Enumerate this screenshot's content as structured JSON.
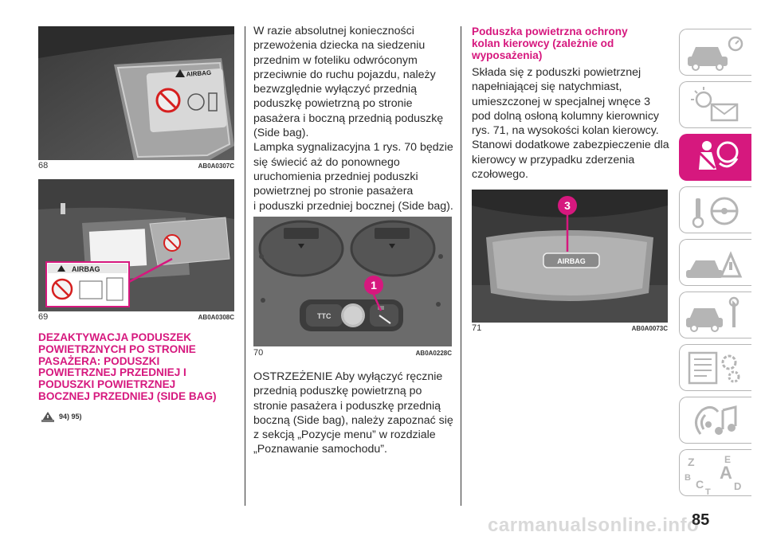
{
  "figures": [
    {
      "number": "68",
      "code": "AB0A0307C",
      "label_text": "AIRBAG"
    },
    {
      "number": "69",
      "code": "AB0A0308C",
      "label_text": "AIRBAG",
      "inset_label": "AIRBAG"
    },
    {
      "number": "70",
      "code": "AB0A0228C",
      "button_text": "TTC",
      "callout": "1"
    },
    {
      "number": "71",
      "code": "AB0A0073C",
      "panel_text": "AIRBAG",
      "callout": "3"
    }
  ],
  "section1": {
    "heading": "DEZAKTYWACJA PODUSZEK\nPOWIETRZNYCH PO STRONIE\nPASAŻERA: PODUSZKI\nPOWIETRZNEJ PRZEDNIEJ I\nPODUSZKI POWIETRZNEJ\nBOCZNEJ PRZEDNIEJ (SIDE BAG)",
    "refs": "94) 95)"
  },
  "column2": {
    "paragraph1": "W razie absolutnej konieczności\nprzewożenia dziecka na siedzeniu\nprzednim w foteliku odwróconym\nprzeciwnie do ruchu pojazdu, należy\nbezwzględnie wyłączyć przednią\npoduszkę powietrzną po stronie\npasażera i boczną przednią poduszkę\n(Side bag).\nLampka sygnalizacyjna 1 rys. 70 będzie\nsię świecić aż do ponownego\nuruchomienia przedniej poduszki\npowietrznej po stronie pasażera\ni poduszki przedniej bocznej (Side bag).",
    "paragraph2": "OSTRZEŻENIE Aby wyłączyć ręcznie\nprzednią poduszkę powietrzną po\nstronie pasażera i poduszkę przednią\nboczną (Side bag), należy zapoznać się\nz sekcją „Pozycje menu” w rozdziale\n„Poznawanie samochodu”."
  },
  "section2": {
    "heading": "Poduszka powietrzna ochrony\nkolan kierowcy (zależnie od\nwyposażenia)",
    "paragraph": "Składa się z poduszki powietrznej\nnapełniającej się natychmiast,\numieszczonej w specjalnej wnęce 3\npod dolną osłoną kolumny kierownicy\nrys. 71, na wysokości kolan kierowcy.\nStanowi dodatkowe zabezpieczenie dla\nkierowcy w przypadku zderzenia\nczołowego."
  },
  "sidebar": {
    "tabs": [
      {
        "icon": "car-dashboard-icon",
        "active": false
      },
      {
        "icon": "warning-lights-icon",
        "active": false
      },
      {
        "icon": "seatbelt-airbag-icon",
        "active": true
      },
      {
        "icon": "key-steering-icon",
        "active": false
      },
      {
        "icon": "emergency-icon",
        "active": false
      },
      {
        "icon": "car-maintenance-icon",
        "active": false
      },
      {
        "icon": "technical-data-icon",
        "active": false
      },
      {
        "icon": "multimedia-icon",
        "active": false
      },
      {
        "icon": "index-icon",
        "active": false
      }
    ],
    "index_letters": [
      "Z",
      "E",
      "A",
      "B",
      "C",
      "D",
      "T"
    ]
  },
  "page_number": "85",
  "watermark": "carmanualsonline.info",
  "colors": {
    "accent": "#d6187e",
    "tab_border": "#b5b5b5"
  }
}
